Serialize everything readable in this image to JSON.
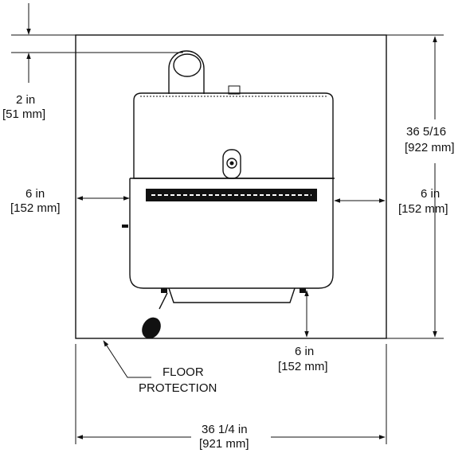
{
  "labels": {
    "top_clearance": {
      "imperial": "2 in",
      "metric": "[51 mm]"
    },
    "height": {
      "imperial": "36 5/16",
      "metric": "[922 mm]"
    },
    "left_clearance": {
      "imperial": "6 in",
      "metric": "[152 mm]"
    },
    "right_clearance": {
      "imperial": "6 in",
      "metric": "[152 mm]"
    },
    "bottom_clearance": {
      "imperial": "6 in",
      "metric": "[152 mm]"
    },
    "floor_protection": {
      "line1": "FLOOR",
      "line2": "PROTECTION"
    },
    "width": {
      "imperial": "36 1/4 in",
      "metric": "[921 mm]"
    }
  }
}
